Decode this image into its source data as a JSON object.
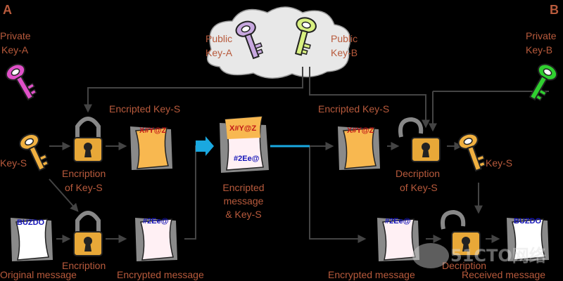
{
  "corners": {
    "left": "A",
    "right": "B"
  },
  "keys": {
    "private_a": [
      "Private",
      "Key-A"
    ],
    "public_a": [
      "Public",
      "Key-A"
    ],
    "public_b": [
      "Public",
      "Key-B"
    ],
    "private_b": [
      "Private",
      "Key-B"
    ],
    "key_s_left": "Key-S",
    "key_s_right": "Key-S"
  },
  "operations": {
    "encription_key_s": [
      "Encription",
      "of Key-S"
    ],
    "decription_key_s": [
      "Decription",
      "of Key-S"
    ],
    "encription_msg": "Encription",
    "decription_msg": "Decription"
  },
  "documents": {
    "encripted_key_s_left": "Encripted Key-S",
    "encripted_key_s_right": "Encripted Key-S",
    "combined": [
      "Encripted",
      "message",
      "& Key-S"
    ],
    "original_message": "Original message",
    "encrypted_message_left": "Encrypted message",
    "encrypted_message_right": "Encrypted message",
    "received_message": "Received message"
  },
  "page_text": {
    "cipher_key": "X#Y@Z",
    "cipher_msg": "#2Ee@",
    "plain_msg": "BUZDO"
  },
  "watermark": "51CTO网络"
}
